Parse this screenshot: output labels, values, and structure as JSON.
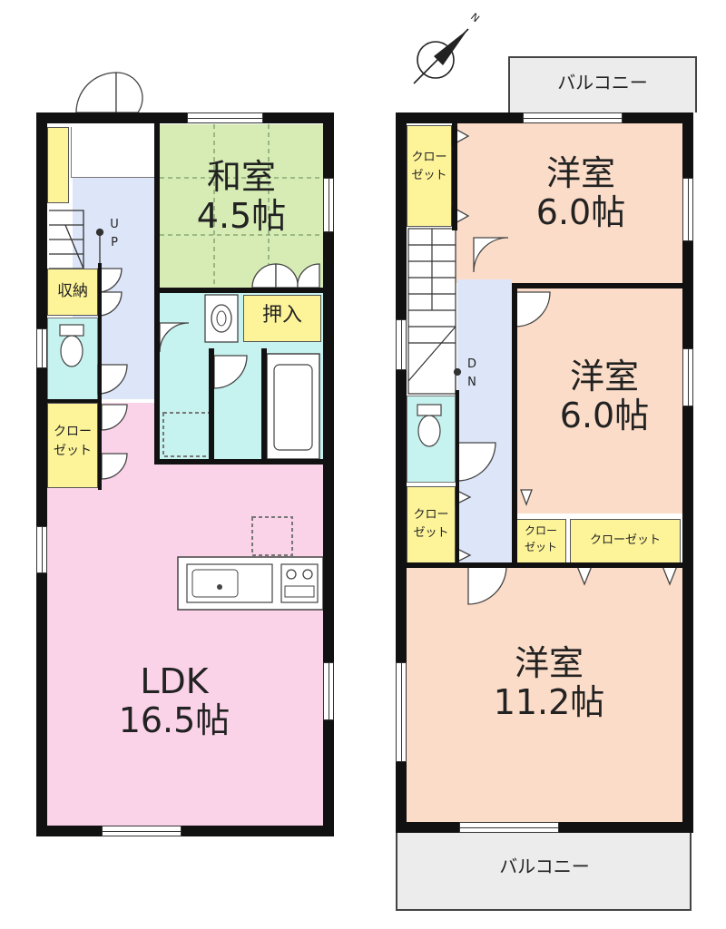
{
  "colors": {
    "japanese_room": "#d7ecb5",
    "ldk": "#fbd3e9",
    "western_room": "#fbdcc8",
    "wet_area": "#c6f2ef",
    "hallway": "#dde6f8",
    "storage": "#fdf49a",
    "balcony": "#ececec",
    "wall": "#111111"
  },
  "icons": {
    "compass": "north-arrow-icon",
    "toilet": "toilet-icon",
    "sink": "washbasin-icon",
    "bathtub": "bathtub-icon",
    "kitchen": "kitchen-counter-icon",
    "stove": "stove-icon"
  },
  "compass": {
    "label": "N"
  },
  "floor1": {
    "japanese_room": {
      "name": "和室",
      "size": "4.5帖"
    },
    "ldk": {
      "name": "LDK",
      "size": "16.5帖"
    },
    "storage": "収納",
    "oshiire": "押入",
    "closet": [
      "クロー",
      "ゼット"
    ],
    "stairs": [
      "U",
      "P"
    ]
  },
  "floor2": {
    "balcony_top": "バルコニー",
    "balcony_bottom": "バルコニー",
    "room_a": {
      "name": "洋室",
      "size": "6.0帖"
    },
    "room_b": {
      "name": "洋室",
      "size": "6.0帖"
    },
    "room_c": {
      "name": "洋室",
      "size": "11.2帖"
    },
    "closet_top": [
      "クロー",
      "ゼット"
    ],
    "closet_mid": [
      "クロー",
      "ゼット"
    ],
    "closet_small": [
      "クロー",
      "ゼット"
    ],
    "closet_wide": "クローゼット",
    "stairs": [
      "D",
      "N"
    ]
  }
}
